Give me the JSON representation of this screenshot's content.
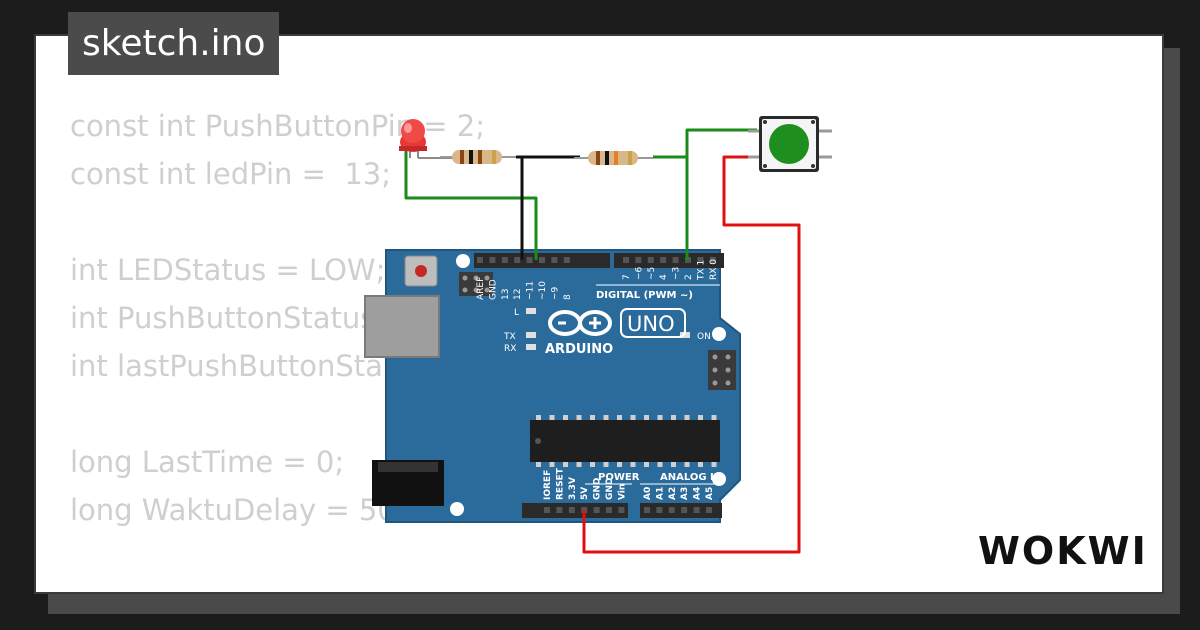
{
  "file": {
    "name": "sketch.ino"
  },
  "code": {
    "lines": [
      "const int PushButtonPin = 2;",
      "const int ledPin =  13;",
      "",
      "int LEDStatus = LOW;",
      "int PushButtonStatus",
      "int lastPushButtonSta",
      "",
      "long LastTime = 0;",
      "long WaktuDelay = 50"
    ]
  },
  "board": {
    "logo_text": "ARDUINO",
    "model": "UNO",
    "digital_label": "DIGITAL (PWM ~)",
    "power_label": "POWER",
    "analog_label": "ANALOG IN",
    "on_label": "ON",
    "led_labels": {
      "l": "L",
      "tx": "TX",
      "rx": "RX"
    },
    "digital_pins_left": [
      "AREF",
      "GND",
      "13",
      "12",
      "~11",
      "~10",
      "~9",
      "8"
    ],
    "digital_pins_right": [
      "7",
      "~6",
      "~5",
      "4",
      "~3",
      "2",
      "TX 1",
      "RX 0"
    ],
    "power_pins": [
      "IOREF",
      "RESET",
      "3.3V",
      "5V",
      "GND",
      "GND",
      "Vin"
    ],
    "analog_pins": [
      "A0",
      "A1",
      "A2",
      "A3",
      "A4",
      "A5"
    ]
  },
  "brand": {
    "name": "WOKWI"
  },
  "colors": {
    "background": "#1c1c1c",
    "board": "#2b6b9c",
    "wire_green": "#1a8a1a",
    "wire_red": "#e01010",
    "wire_black": "#111111",
    "led_red": "#e53935",
    "button_green": "#1e8e1e"
  }
}
